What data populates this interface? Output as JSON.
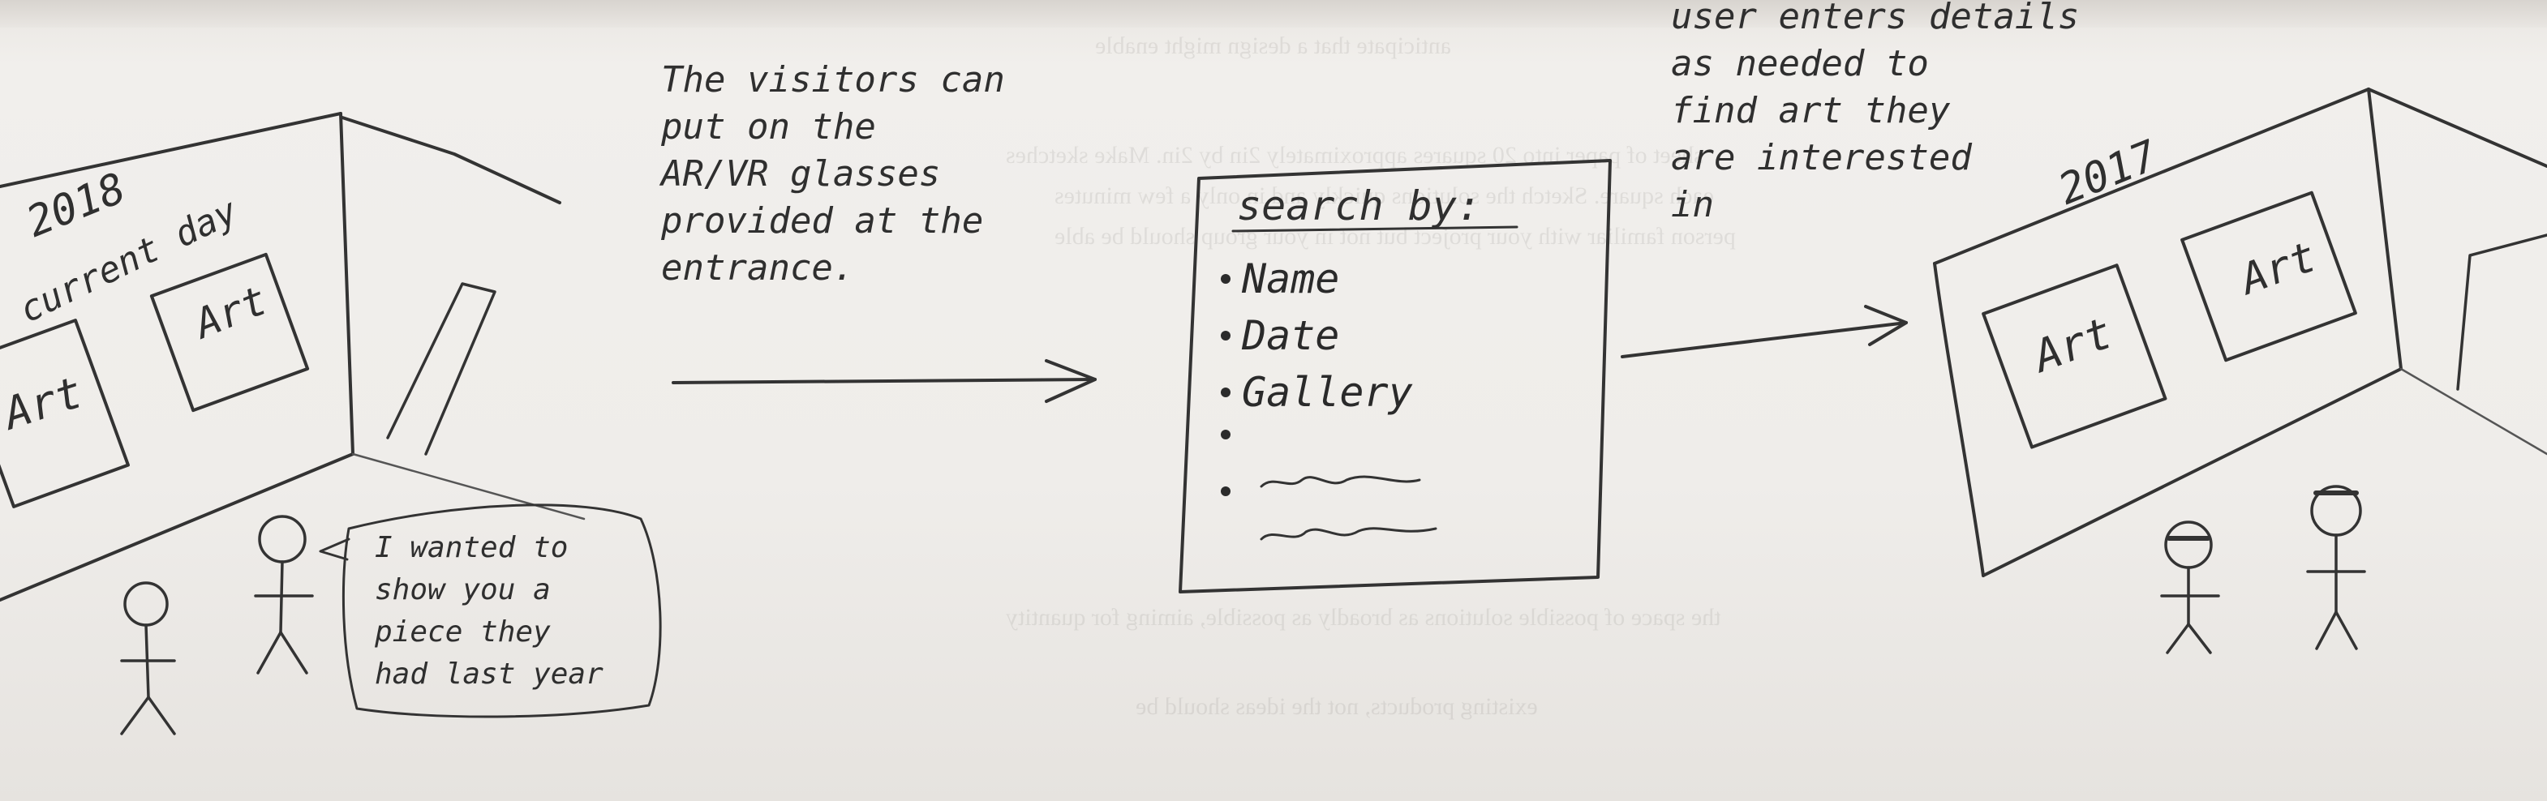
{
  "sketch": {
    "panel_left": {
      "year": "2018",
      "era_label": "current day",
      "frames": [
        "Art",
        "Art"
      ],
      "speech_bubble": [
        "I wanted to",
        "show you a",
        "piece they",
        "had last year"
      ]
    },
    "caption_step1": [
      "The visitors can",
      "put on the",
      "AR/VR glasses",
      "provided at the",
      "entrance."
    ],
    "search_panel": {
      "title": "search by:",
      "items": [
        "Name",
        "Date",
        "Gallery"
      ]
    },
    "caption_step2": [
      "user enters details",
      "as needed to",
      "find art they",
      "are interested",
      "in"
    ],
    "panel_right": {
      "year": "2017",
      "frames": [
        "Art",
        "Art"
      ]
    }
  },
  "colors": {
    "pencil": "#2f2f2f",
    "paper": "#efedea",
    "ghost_text": "#6f6c68"
  }
}
